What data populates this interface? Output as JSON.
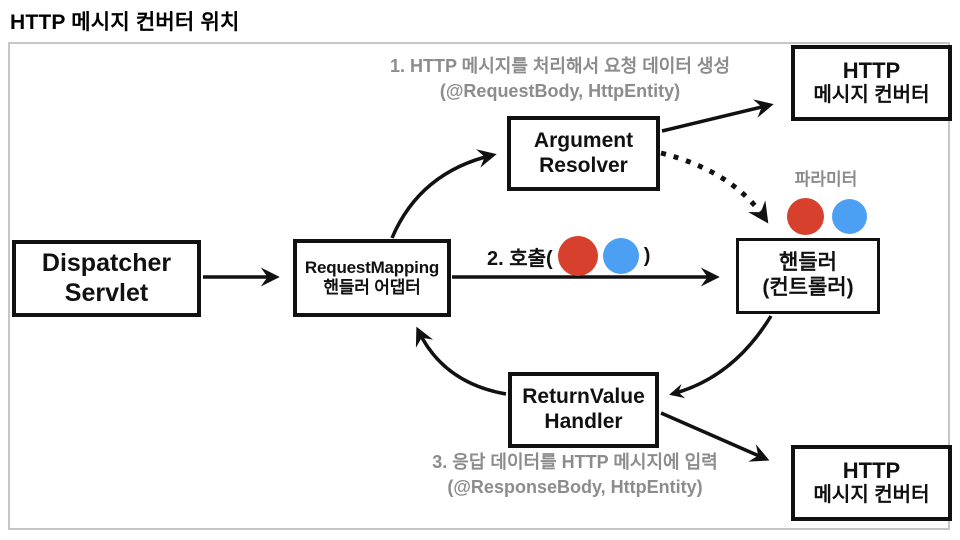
{
  "title": "HTTP 메시지 컨버터 위치",
  "diagram": {
    "boxes": {
      "dispatcher": {
        "line1": "Dispatcher",
        "line2": "Servlet"
      },
      "request_mapping": {
        "line1": "RequestMapping",
        "line2": "핸들러 어댑터"
      },
      "argument_resolver": {
        "line1": "Argument",
        "line2": "Resolver"
      },
      "handler": {
        "line1": "핸들러",
        "line2": "(컨트롤러)"
      },
      "return_value": {
        "line1": "ReturnValue",
        "line2": "Handler"
      },
      "http_converter_top": {
        "line1": "HTTP",
        "line2": "메시지 컨버터"
      },
      "http_converter_bottom": {
        "line1": "HTTP",
        "line2": "메시지 컨버터"
      }
    },
    "annotations": {
      "step1_line1": "1. HTTP 메시지를 처리해서 요청 데이터 생성",
      "step1_line2": "(@RequestBody, HttpEntity)",
      "step2_prefix": "2. 호출(",
      "step2_suffix": ")",
      "param_label": "파라미터",
      "step3_line1": "3. 응답 데이터를 HTTP 메시지에 입력",
      "step3_line2": "(@ResponseBody, HttpEntity)"
    },
    "colors": {
      "param_red": "#d6402c",
      "param_blue": "#4ba0f4",
      "annotation_gray": "#8c8c8c",
      "line_black": "#111111"
    }
  }
}
